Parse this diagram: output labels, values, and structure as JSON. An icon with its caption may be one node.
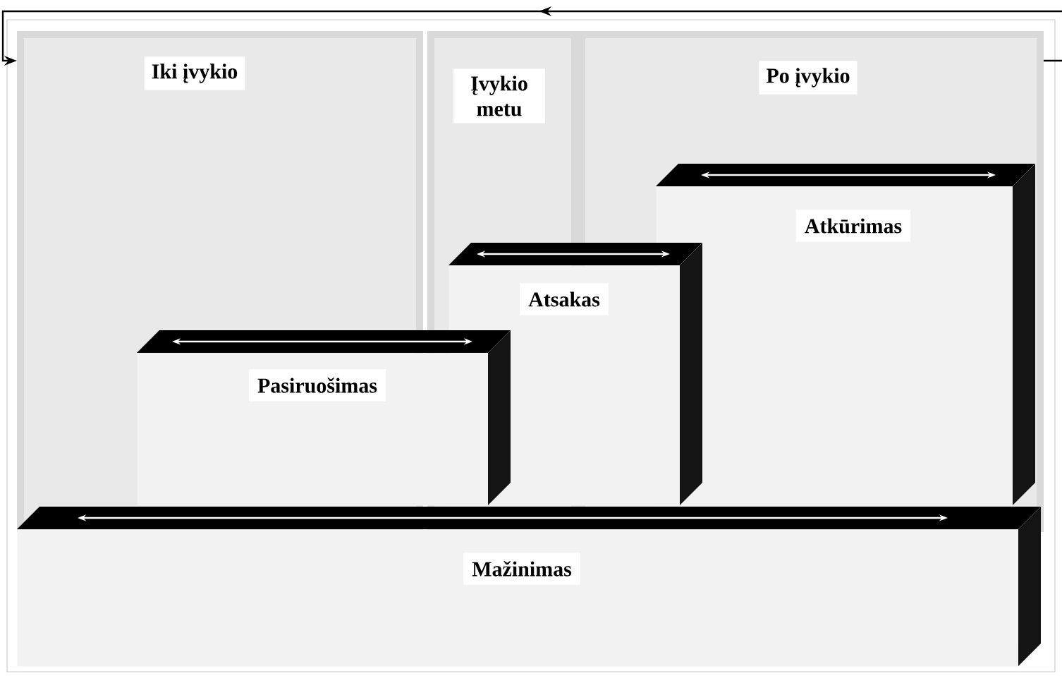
{
  "diagram": {
    "nodes": [
      {
        "text": [
          "Iki įvykio"
        ]
      },
      {
        "text": [
          "Įvykio metu"
        ]
      },
      {
        "text": [
          "Po įvykio"
        ]
      },
      {
        "text": [
          "Pasiruošimas"
        ]
      },
      {
        "text": [
          "Atsakas"
        ]
      },
      {
        "text": [
          "Atkūrimas"
        ],
        "in": 2
      },
      {
        "text": [
          "Mažinimas"
        ]
      }
    ],
    "edges": [
      {
        "from": 2,
        "to": 0,
        "arrow": "to"
      }
    ]
  }
}
